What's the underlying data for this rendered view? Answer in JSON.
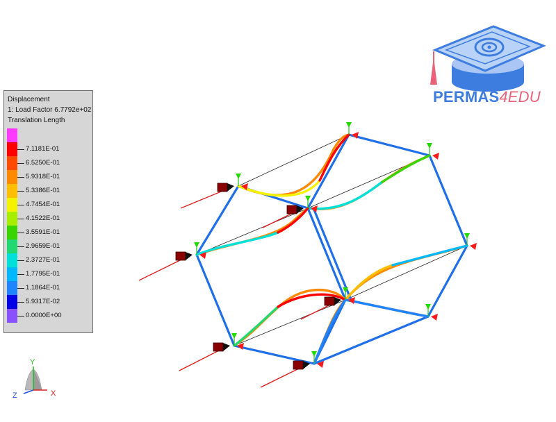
{
  "legend": {
    "title": "Displacement",
    "subtitle": "1: Load Factor 6.7792e+02",
    "quantity": "Translation Length",
    "bands": [
      {
        "color": "#ff3bff",
        "label": ""
      },
      {
        "color": "#ff0000",
        "label": "7.1181E-01"
      },
      {
        "color": "#ff4a00",
        "label": "6.5250E-01"
      },
      {
        "color": "#ff8a00",
        "label": "5.9318E-01"
      },
      {
        "color": "#ffbf00",
        "label": "5.3386E-01"
      },
      {
        "color": "#f3f300",
        "label": "4.7454E-01"
      },
      {
        "color": "#a8ee00",
        "label": "4.1522E-01"
      },
      {
        "color": "#3ad400",
        "label": "3.5591E-01"
      },
      {
        "color": "#22d870",
        "label": "2.9659E-01"
      },
      {
        "color": "#00e0d8",
        "label": "2.3727E-01"
      },
      {
        "color": "#00b8ff",
        "label": "1.7795E-01"
      },
      {
        "color": "#1f84ff",
        "label": "1.1864E-01"
      },
      {
        "color": "#0000e6",
        "label": "5.9317E-02"
      },
      {
        "color": "#8a52ff",
        "label": "0.0000E+00"
      }
    ]
  },
  "logo": {
    "brand": "PERMAS",
    "suffix": "4EDU"
  },
  "axes": {
    "y": "Y",
    "x": "X",
    "z": "Z"
  }
}
